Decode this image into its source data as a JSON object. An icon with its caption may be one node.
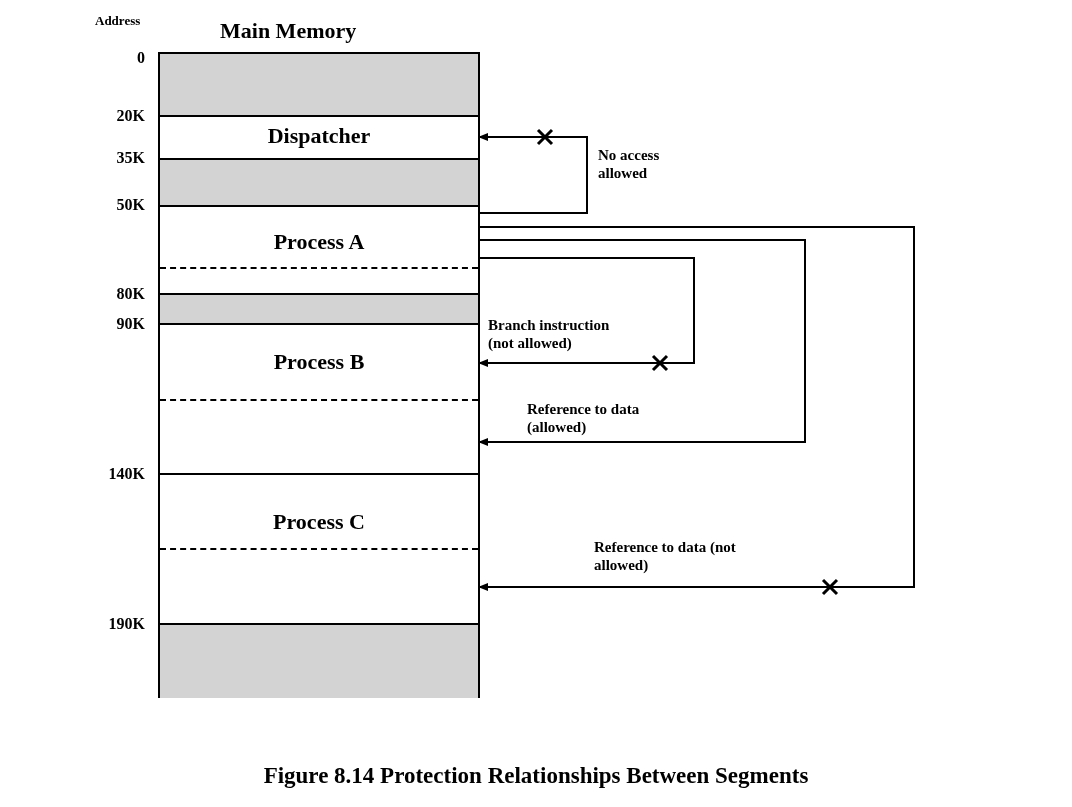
{
  "diagram": {
    "caption": "Figure 8.14 Protection Relationships Between Segments",
    "nodes": [
      {
        "text": [
          "Main Memory"
        ]
      },
      {
        "text": [],
        "shape": "box",
        "in": 0
      },
      {
        "text": [
          "Dispatcher"
        ],
        "in": 0
      },
      {
        "text": [],
        "shape": "box",
        "in": 0
      },
      {
        "text": [
          "Process A"
        ],
        "in": 0
      },
      {
        "text": [],
        "shape": "box",
        "in": 0
      },
      {
        "text": [
          "Process B"
        ],
        "in": 0
      },
      {
        "text": [
          "Process C"
        ],
        "in": 0
      },
      {
        "text": [],
        "shape": "box",
        "in": 0
      }
    ],
    "edges": [
      {
        "from": 4,
        "to": 2,
        "arrow": "to",
        "label": "No access allowed"
      },
      {
        "from": 4,
        "to": 6,
        "arrow": "to",
        "label": "Branch instruction (not allowed)"
      },
      {
        "from": 4,
        "to": 6,
        "arrow": "to",
        "label": "Reference to data (allowed)"
      },
      {
        "from": 4,
        "to": 7,
        "arrow": "to",
        "label": "Reference to data (not allowed)"
      }
    ],
    "labels": [
      "Address",
      "0",
      "20K",
      "35K",
      "50K",
      "80K",
      "90K",
      "140K",
      "190K"
    ]
  }
}
